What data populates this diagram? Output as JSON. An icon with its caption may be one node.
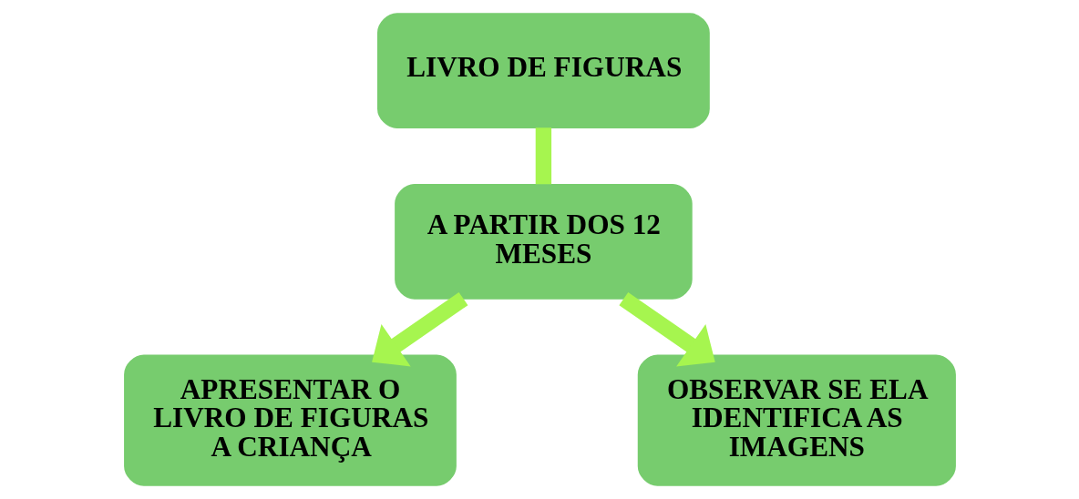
{
  "diagram": {
    "nodes": [
      {
        "text": [
          "LIVRO DE FIGURAS"
        ]
      },
      {
        "text": [
          "A PARTIR DOS 12 MESES"
        ]
      },
      {
        "text": [
          "APRESENTAR O LIVRO DE FIGURAS A CRIANÇA"
        ]
      },
      {
        "text": [
          "OBSERVAR SE ELA IDENTIFICA AS IMAGENS"
        ]
      }
    ],
    "edges": [
      {
        "from": 0,
        "to": 1,
        "arrow": "none"
      },
      {
        "from": 1,
        "to": 2,
        "arrow": "to"
      },
      {
        "from": 1,
        "to": 3,
        "arrow": "to"
      }
    ]
  }
}
